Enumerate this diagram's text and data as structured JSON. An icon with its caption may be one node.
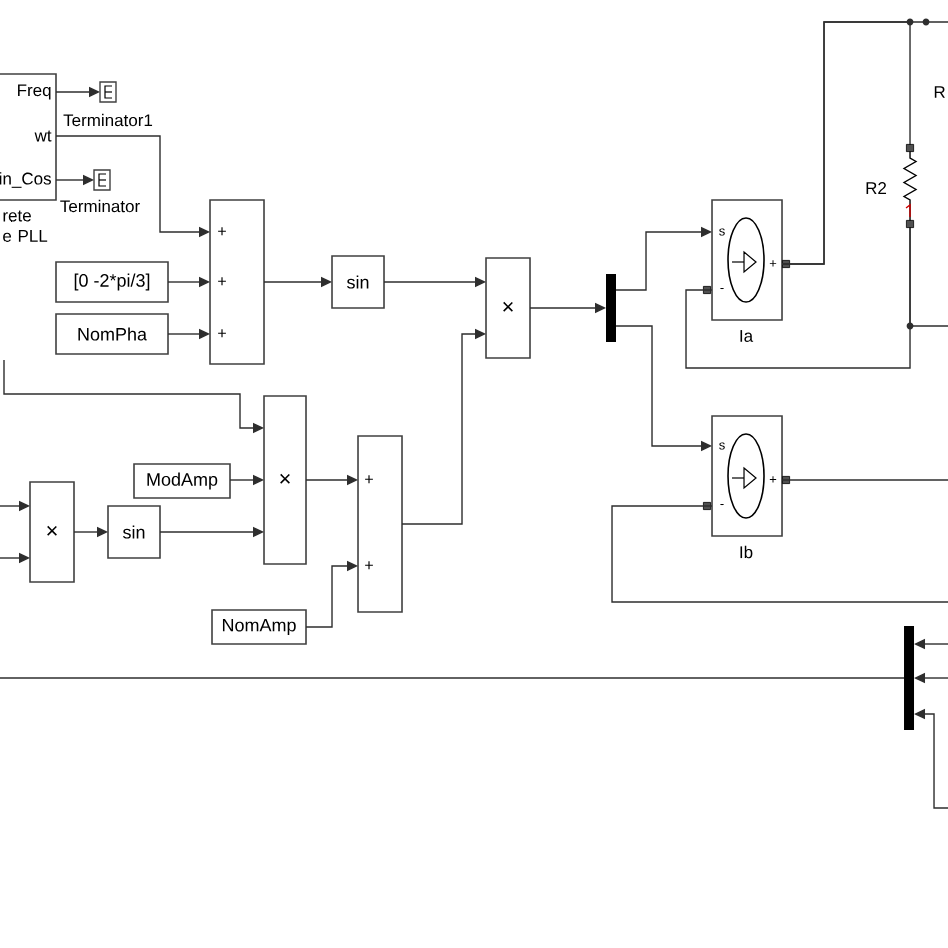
{
  "diagram": {
    "nodes": [
      {
        "text": [
          "Freq",
          "wt",
          "in_Cos",
          "rete e PLL"
        ]
      },
      {
        "text": [],
        "shape": "box",
        "beside": [
          "Terminator1"
        ]
      },
      {
        "text": [],
        "shape": "box",
        "beside": [
          "Terminator"
        ]
      },
      {
        "text": [
          "+",
          "+",
          "+"
        ]
      },
      {
        "text": [
          "[0 -2*pi/3]"
        ]
      },
      {
        "text": [
          "NomPha"
        ]
      },
      {
        "text": [
          "sin"
        ]
      },
      {
        "text": [
          "×"
        ]
      },
      {
        "text": [],
        "shape": "bar"
      },
      {
        "text": [
          "s",
          "-",
          "+"
        ],
        "beside": [
          "Ia"
        ]
      },
      {
        "text": [],
        "shape": "resistor",
        "beside": [
          "R2"
        ]
      },
      {
        "text": [
          "×"
        ]
      },
      {
        "text": [
          "ModAmp"
        ]
      },
      {
        "text": [
          "×"
        ]
      },
      {
        "text": [
          "sin"
        ]
      },
      {
        "text": [
          "+",
          "+"
        ]
      },
      {
        "text": [
          "NomAmp"
        ]
      },
      {
        "text": [
          "s",
          "-",
          "+"
        ],
        "beside": [
          "Ib"
        ]
      },
      {
        "text": [],
        "shape": "bar"
      }
    ],
    "edges": [
      {
        "from": 0,
        "to": 1,
        "arrow": "to"
      },
      {
        "from": 0,
        "to": 2,
        "arrow": "to"
      },
      {
        "from": 0,
        "to": 3,
        "arrow": "to"
      },
      {
        "from": 4,
        "to": 3,
        "arrow": "to"
      },
      {
        "from": 5,
        "to": 3,
        "arrow": "to"
      },
      {
        "from": 3,
        "to": 6,
        "arrow": "to"
      },
      {
        "from": 6,
        "to": 7,
        "arrow": "to"
      },
      {
        "from": 15,
        "to": 7,
        "arrow": "to"
      },
      {
        "from": 7,
        "to": 8,
        "arrow": "to"
      },
      {
        "from": 8,
        "to": 9,
        "arrow": "to"
      },
      {
        "from": 8,
        "to": 17,
        "arrow": "to"
      },
      {
        "from": 9,
        "to": 10,
        "arrow": "none"
      },
      {
        "from": 9,
        "to": null,
        "arrow": "none"
      },
      {
        "from": 10,
        "to": 9,
        "arrow": "none"
      },
      {
        "from": 10,
        "to": null,
        "arrow": "none"
      },
      {
        "from": 17,
        "to": null,
        "arrow": "none"
      },
      {
        "from": 17,
        "to": null,
        "arrow": "none"
      },
      {
        "from": 11,
        "to": 15,
        "arrow": "to"
      },
      {
        "from": 12,
        "to": 11,
        "arrow": "to"
      },
      {
        "from": null,
        "to": 11,
        "arrow": "to"
      },
      {
        "from": 13,
        "to": 14,
        "arrow": "to"
      },
      {
        "from": 14,
        "to": 11,
        "arrow": "to"
      },
      {
        "from": 16,
        "to": 15,
        "arrow": "to"
      },
      {
        "from": null,
        "to": 13,
        "arrow": "to"
      },
      {
        "from": null,
        "to": 13,
        "arrow": "to"
      },
      {
        "from": null,
        "to": 18,
        "arrow": "to"
      },
      {
        "from": null,
        "to": 18,
        "arrow": "to"
      },
      {
        "from": null,
        "to": 18,
        "arrow": "to"
      },
      {
        "from": 18,
        "to": null,
        "arrow": "none"
      }
    ],
    "labels": [
      "R"
    ]
  }
}
